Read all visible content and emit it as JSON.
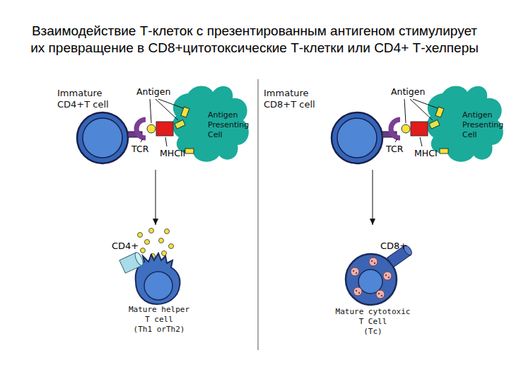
{
  "diagram": {
    "title": "Взаимодействие Т-клеток с презентированным антигеном стимулирует их превращение в CD8+цитотоксические Т-клетки или CD4+ Т-хелперы",
    "nodes": [
      {
        "text": [
          "Immature CD4+T cell"
        ]
      },
      {
        "text": [
          "Antigen Presenting Cell"
        ]
      },
      {
        "text": [
          "Mature helper T cell",
          "(Th1 orTh2)"
        ]
      },
      {
        "text": [
          "Immature CD8+T cell"
        ]
      },
      {
        "text": [
          "Antigen Presenting Cell"
        ]
      },
      {
        "text": [
          "Mature cytotoxic T Cell",
          "(Tc)"
        ]
      }
    ],
    "edges": [
      {
        "from": 0,
        "to": 2,
        "arrow": "to"
      },
      {
        "from": 3,
        "to": 5,
        "arrow": "to"
      }
    ],
    "labels": [
      "Antigen",
      "TCR",
      "MHCII",
      "CD4+",
      "Antigen",
      "TCR",
      "MHCI",
      "CD8+"
    ]
  }
}
